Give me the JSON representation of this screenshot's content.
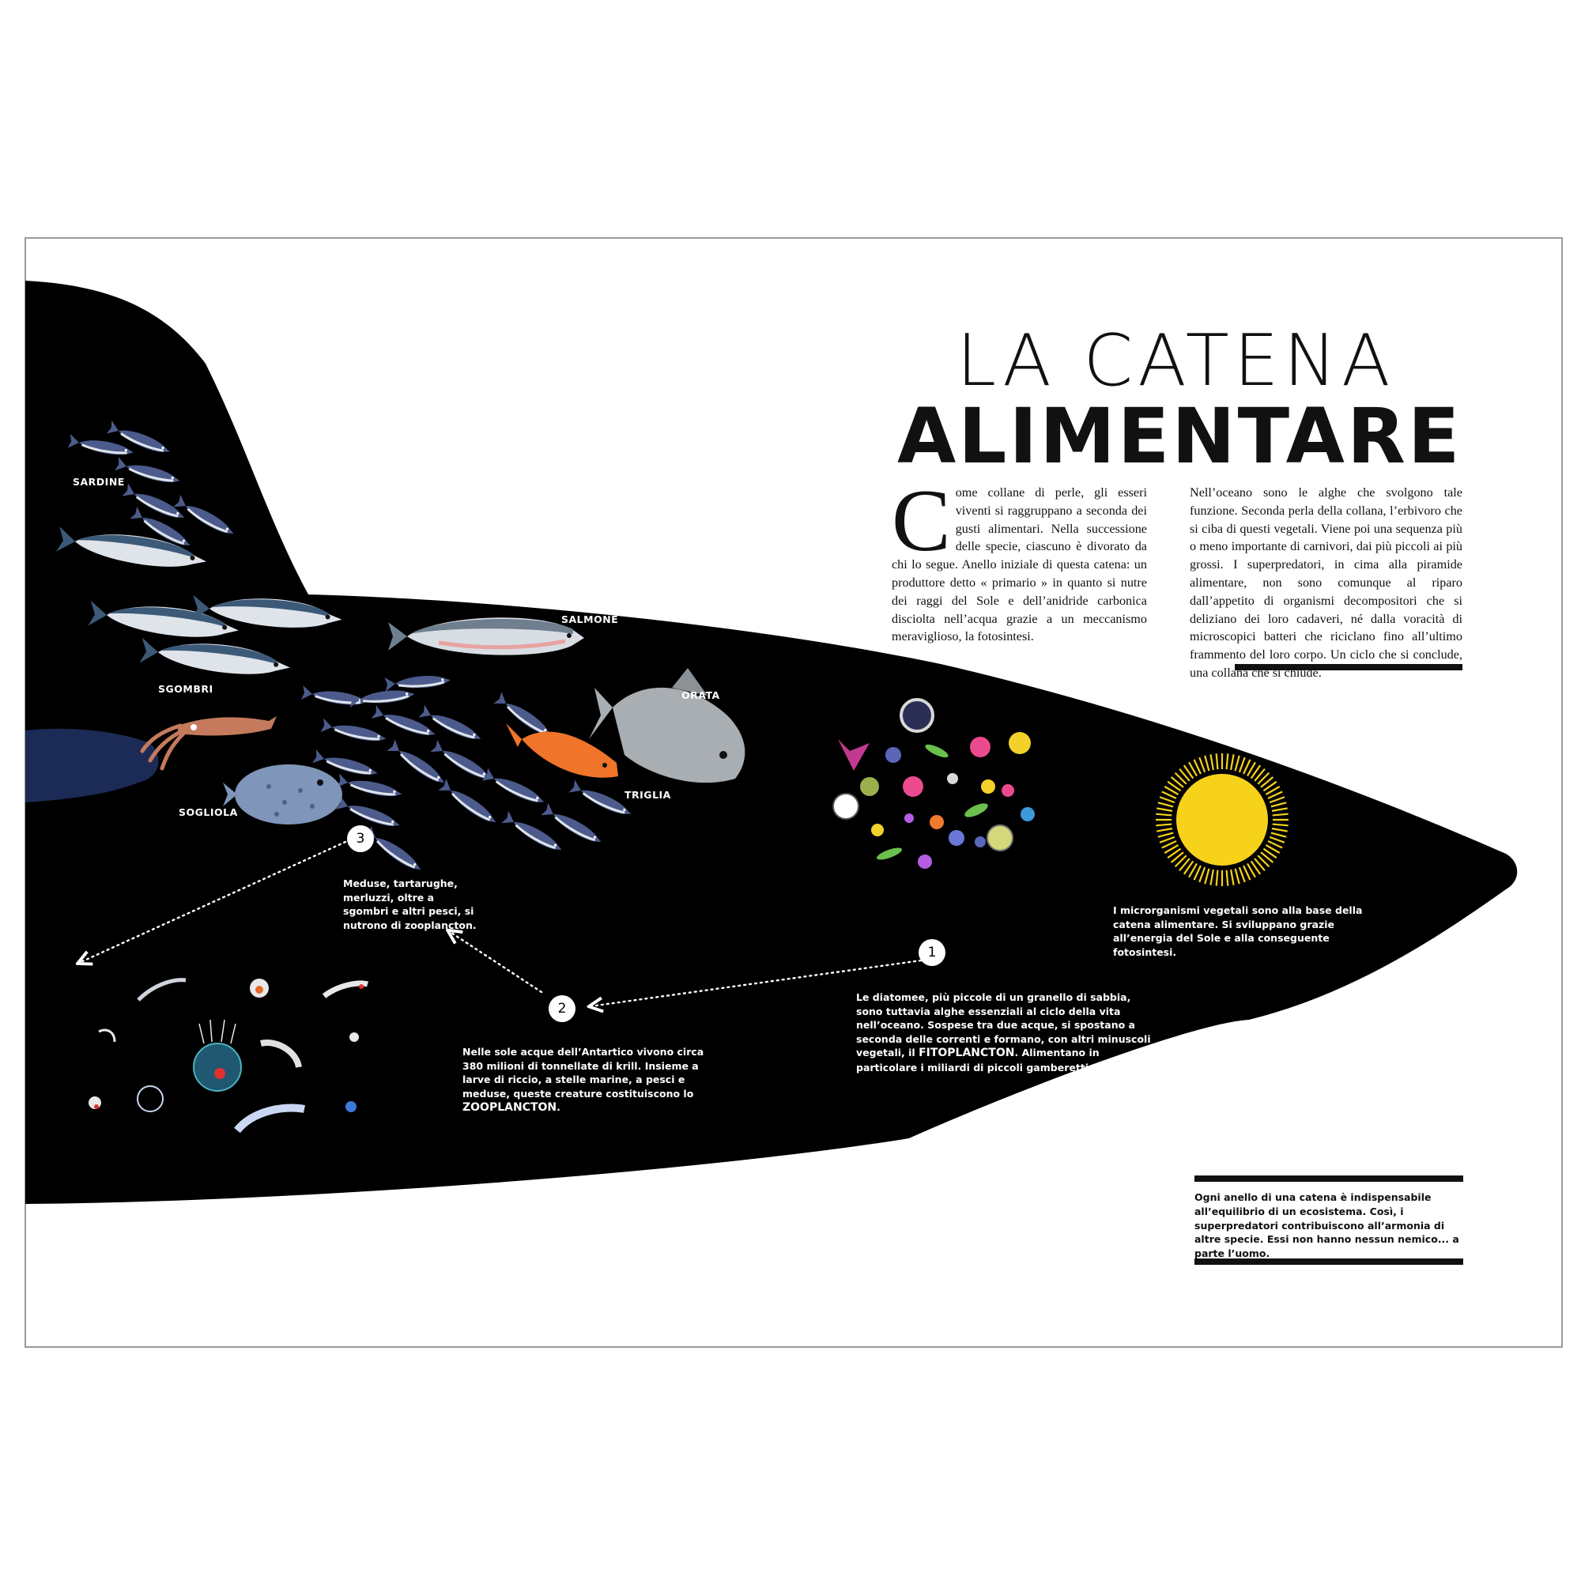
{
  "title": {
    "line1": "LA CATENA",
    "line2": "ALIMENTARE"
  },
  "intro": {
    "dropcap": "C",
    "column1": "ome collane di perle, gli esseri viventi si raggruppano a seconda dei gusti alimentari. Nella successione delle specie, ciascuno è divorato da chi lo segue. Anello iniziale di questa catena: un produttore detto « primario » in quanto si nutre dei raggi del Sole e dell’anidride carbonica disciolta nell’acqua grazie a un meccanismo meraviglioso, la fotosintesi.",
    "column2": "Nell’oceano sono le alghe che svolgono tale funzione. Seconda perla della collana, l’erbivoro che si ciba di questi vegetali. Viene poi una sequenza più o meno importante di carnivori, dai più piccoli ai più grossi. I superpredatori, in cima alla piramide alimentare, non sono comunque al riparo dall’appetito di organismi decompositori che si deliziano dei loro cadaveri, né dalla voracità di microscopici batteri che riciclano fino all’ultimo frammento del loro corpo. Un ciclo che si conclude, una collana che si chiude."
  },
  "fish_labels": {
    "sardine": "SARDINE",
    "sgombri": "SGOMBRI",
    "sogliola": "SOGLIOLA",
    "salmone": "SALMONE",
    "orata": "ORATA",
    "triglia": "TRIGLIA"
  },
  "steps": {
    "step1": {
      "number": "1",
      "text_before": "Le diatomee, più piccole di un granello di sabbia, sono tuttavia alghe essenziali al ciclo della vita nell’oceano. Sospese tra due acque, si spostano a seconda delle correnti e formano, con altri minuscoli vegetali, il ",
      "highlight": "FITOPLANCTON",
      "text_after": ". Alimentano in particolare i miliardi di piccoli gamberetti: il krill."
    },
    "step2": {
      "number": "2",
      "text_before": "Nelle sole acque dell’Antartico vivono circa 380 milioni di tonnellate di krill. Insieme a larve di riccio, a stelle marine, a pesci e meduse, queste creature costituiscono lo ",
      "highlight": "ZOOPLANCTON",
      "text_after": "."
    },
    "step3": {
      "number": "3",
      "text": "Meduse, tartarughe, merluzzi, oltre a sgombri e altri pesci, si nutrono di zooplancton."
    }
  },
  "sun_caption": "I microrganismi vegetali sono alla base della catena alimentare. Si sviluppano grazie all’energia del Sole e alla conseguente fotosintesi.",
  "box_caption": "Ogni anello di una catena è indispensabile all’equilibrio di un ecosistema. Così, i superpredatori contribuiscono all’armonia di altre specie. Essi non hanno nessun nemico... a parte l’uomo.",
  "colors": {
    "shark_body": "#000000",
    "sun": "#f6d21b",
    "fish_silver": "#dfe4ea",
    "fish_back": "#3c5a78",
    "sardine_blue": "#4c5b8c",
    "squid": "#c57a5d",
    "orange_fish": "#f0742a",
    "orata_gray": "#a9aeb3",
    "tentacle_blue": "#1b2b55",
    "sole": "#7f95b9"
  }
}
